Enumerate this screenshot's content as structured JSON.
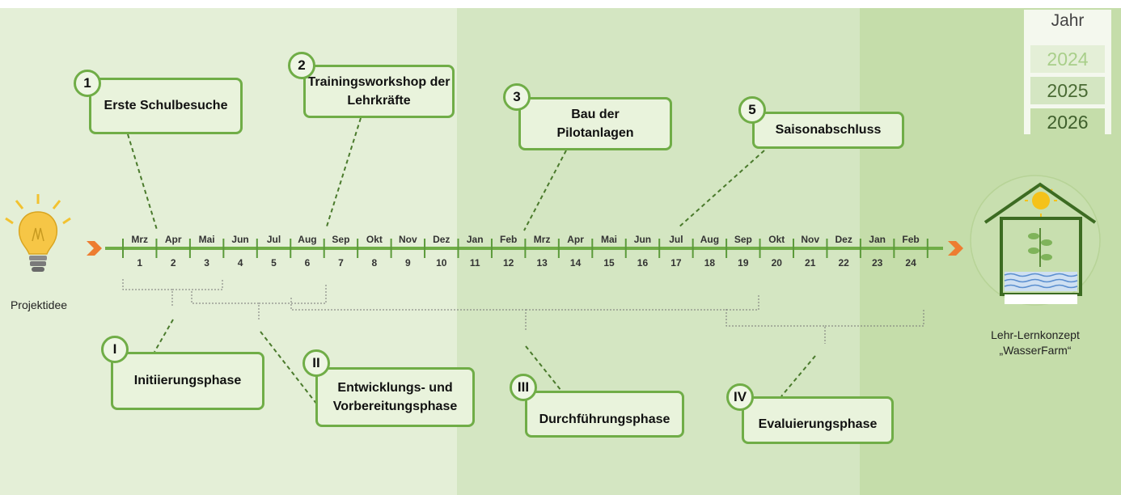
{
  "colors": {
    "y2024": "#e4efd7",
    "y2025": "#d4e6c2",
    "y2026": "#c5ddaa",
    "accent": "#70ad47"
  },
  "legend": {
    "title": "Jahr",
    "years": [
      {
        "label": "2024",
        "bg": "#e4efd7",
        "fg": "#a9cf8a"
      },
      {
        "label": "2025",
        "bg": "#d4e6c2",
        "fg": "#4a6b34"
      },
      {
        "label": "2026",
        "bg": "#c5ddaa",
        "fg": "#3f5f2c"
      }
    ]
  },
  "timeline": {
    "months": [
      "Mrz",
      "Apr",
      "Mai",
      "Jun",
      "Jul",
      "Aug",
      "Sep",
      "Okt",
      "Nov",
      "Dez",
      "Jan",
      "Feb",
      "Mrz",
      "Apr",
      "Mai",
      "Jun",
      "Jul",
      "Aug",
      "Sep",
      "Okt",
      "Nov",
      "Dez",
      "Jan",
      "Feb"
    ],
    "numbers": [
      "1",
      "2",
      "3",
      "4",
      "5",
      "6",
      "7",
      "8",
      "9",
      "10",
      "11",
      "12",
      "13",
      "14",
      "15",
      "16",
      "17",
      "18",
      "19",
      "20",
      "21",
      "22",
      "23",
      "24"
    ]
  },
  "start_label": "Projektidee",
  "end_label": {
    "line1": "Lehr-Lernkonzept",
    "line2": "„WasserFarm“"
  },
  "milestones": [
    {
      "badge": "1",
      "text": "Erste Schulbesuche"
    },
    {
      "badge": "2",
      "text": "Trainingsworkshop der Lehrkräfte"
    },
    {
      "badge": "3",
      "text": "Bau der Pilotanlagen"
    },
    {
      "badge": "5",
      "text": "Saisonabschluss"
    }
  ],
  "phases": [
    {
      "badge": "I",
      "text": "Initiierungsphase"
    },
    {
      "badge": "II",
      "text": "Entwicklungs- und Vorbereitungsphase"
    },
    {
      "badge": "III",
      "text": "Durchführungsphase"
    },
    {
      "badge": "IV",
      "text": "Evaluierungsphase"
    }
  ],
  "icons": {
    "start": "lightbulb-icon",
    "end": "greenhouse-icon",
    "arrow": "chevron-right-icon"
  }
}
